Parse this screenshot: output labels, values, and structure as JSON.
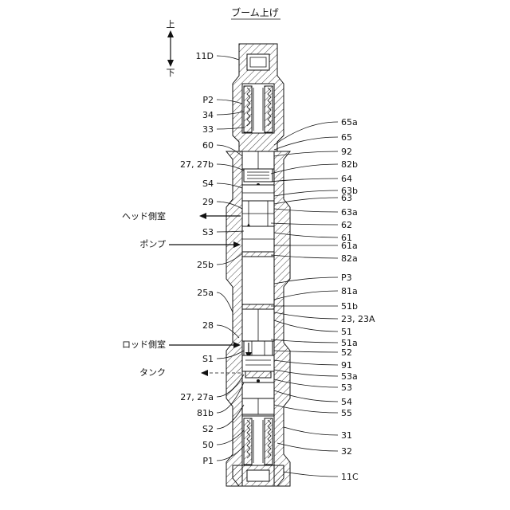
{
  "title": "ブーム上げ",
  "direction": {
    "up": "上",
    "down": "下"
  },
  "ports": {
    "head": "ヘッド側室",
    "pump": "ポンプ",
    "rod": "ロッド側室",
    "tank": "タンク"
  },
  "labels_left": [
    "11D",
    "P2",
    "34",
    "33",
    "60",
    "27, 27b",
    "S4",
    "29",
    "S3",
    "25b",
    "25a",
    "28",
    "S1",
    "27, 27a",
    "81b",
    "S2",
    "50",
    "P1"
  ],
  "labels_right": [
    "65a",
    "65",
    "92",
    "82b",
    "64",
    "63b",
    "63",
    "63a",
    "62",
    "61",
    "61a",
    "82a",
    "P3",
    "81a",
    "51b",
    "23, 23A",
    "51",
    "51a",
    "52",
    "91",
    "53a",
    "53",
    "54",
    "55",
    "31",
    "32",
    "11C"
  ]
}
